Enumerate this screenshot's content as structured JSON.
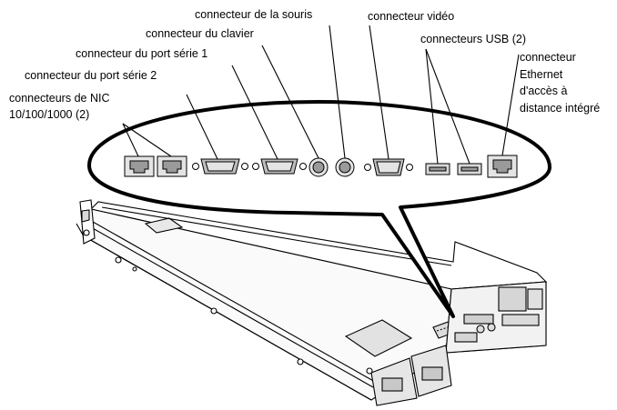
{
  "labels": {
    "nic": [
      "connecteurs de NIC",
      "10/100/1000 (2)"
    ],
    "serial2": "connecteur du port série 2",
    "serial1": "connecteur du port série 1",
    "keyboard": "connecteur du clavier",
    "mouse": "connecteur de la souris",
    "video": "connecteur vidéo",
    "usb": "connecteurs USB (2)",
    "remote": [
      "connecteur",
      "Ethernet",
      "d'accès à",
      "distance intégré"
    ]
  },
  "colors": {
    "line": "#000000",
    "port_fill": "#e4e4e4",
    "port_dark": "#9a9a9a",
    "panel_fill": "#f4f4f4"
  }
}
